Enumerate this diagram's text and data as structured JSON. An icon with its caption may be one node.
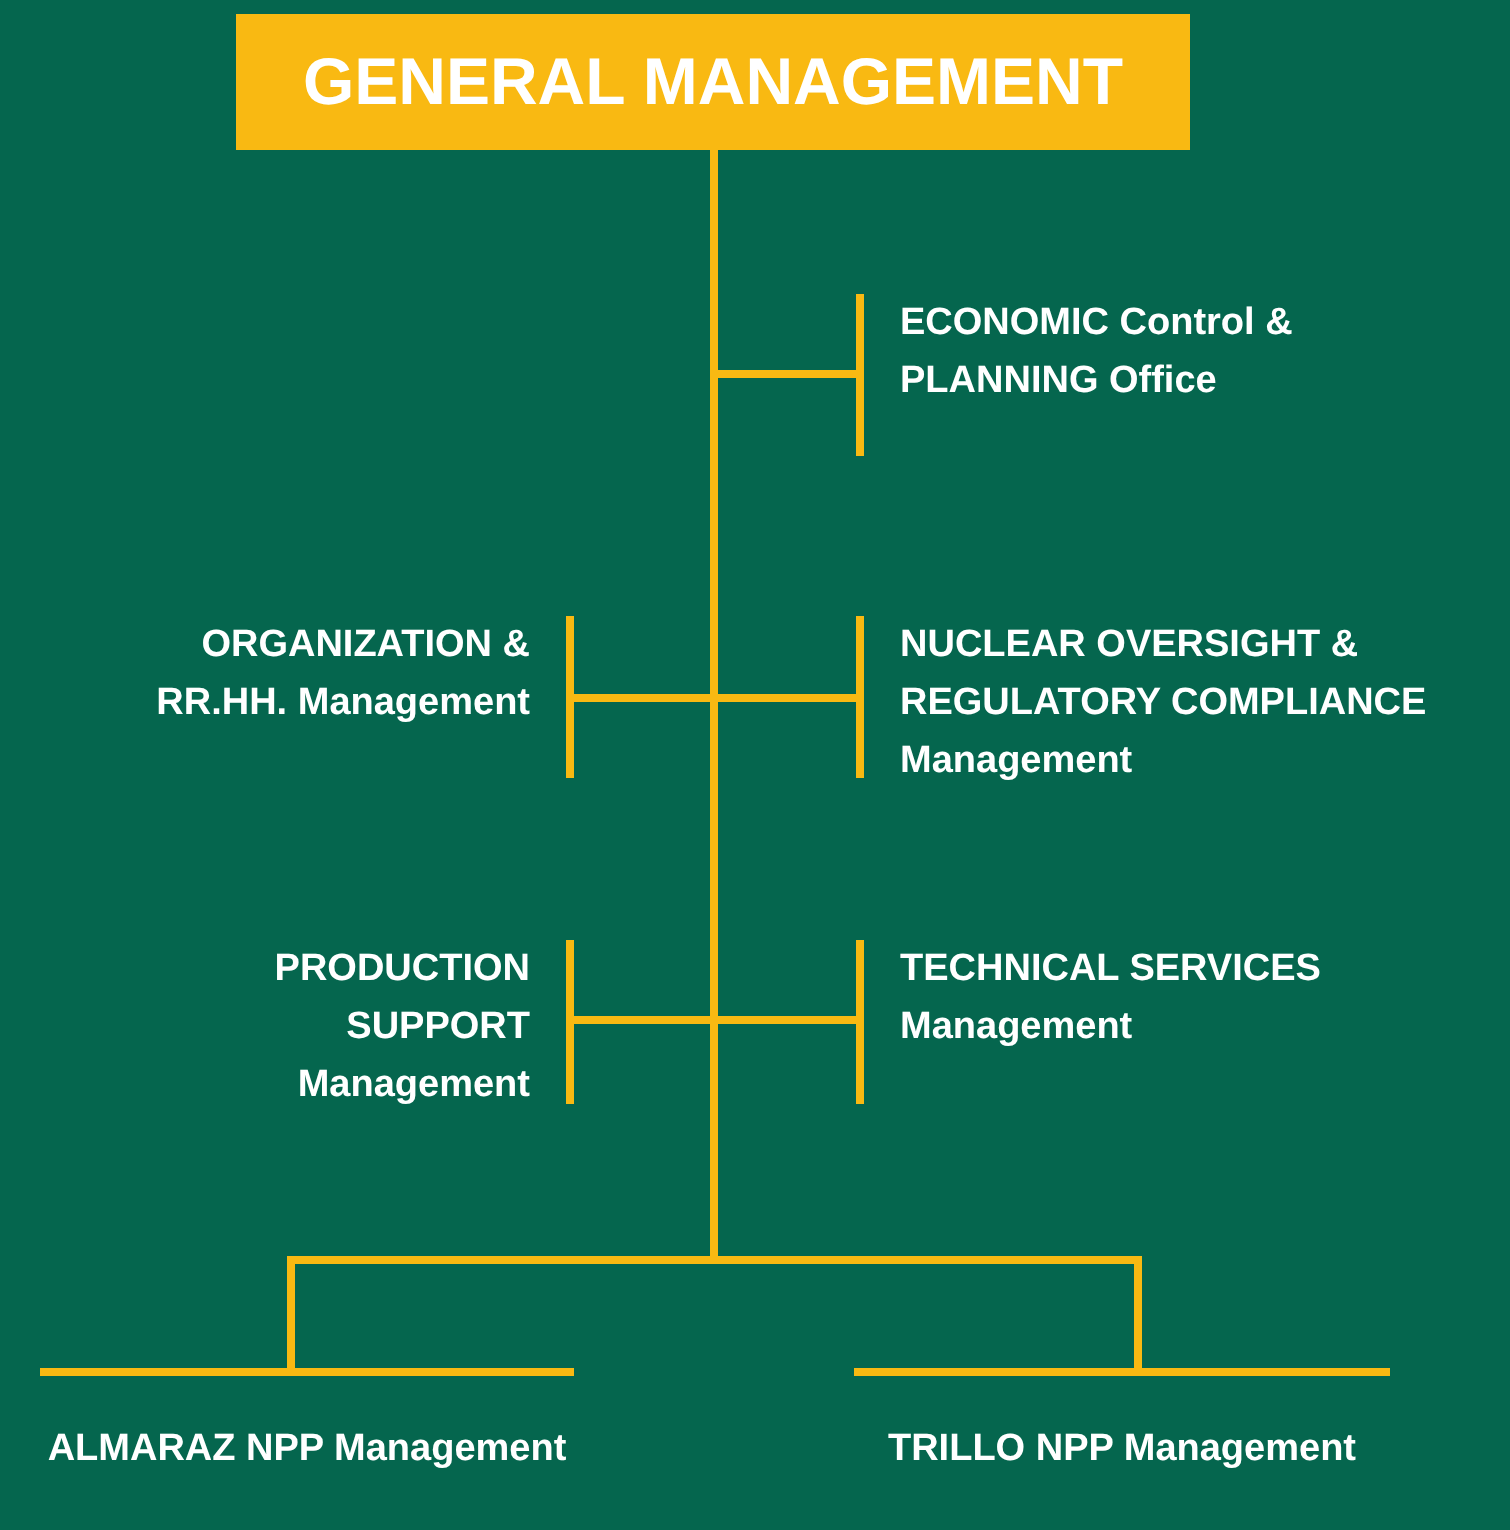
{
  "diagram": {
    "nodes": [
      {
        "text": [
          "GENERAL MANAGEMENT"
        ]
      },
      {
        "text": [
          "ECONOMIC Control & PLANNING Office"
        ]
      },
      {
        "text": [
          "ORGANIZATION & RR.HH. Management"
        ]
      },
      {
        "text": [
          "NUCLEAR OVERSIGHT & REGULATORY COMPLIANCE Management"
        ]
      },
      {
        "text": [
          "PRODUCTION SUPPORT Management"
        ]
      },
      {
        "text": [
          "TECHNICAL SERVICES Management"
        ]
      },
      {
        "text": [
          "ALMARAZ NPP Management"
        ]
      },
      {
        "text": [
          "TRILLO NPP Management"
        ]
      }
    ],
    "edges": [
      {
        "from": 0,
        "to": 1,
        "arrow": "none"
      },
      {
        "from": 0,
        "to": 2,
        "arrow": "none"
      },
      {
        "from": 0,
        "to": 3,
        "arrow": "none"
      },
      {
        "from": 0,
        "to": 4,
        "arrow": "none"
      },
      {
        "from": 0,
        "to": 5,
        "arrow": "none"
      },
      {
        "from": 0,
        "to": 6,
        "arrow": "none"
      },
      {
        "from": 0,
        "to": 7,
        "arrow": "none"
      }
    ]
  }
}
